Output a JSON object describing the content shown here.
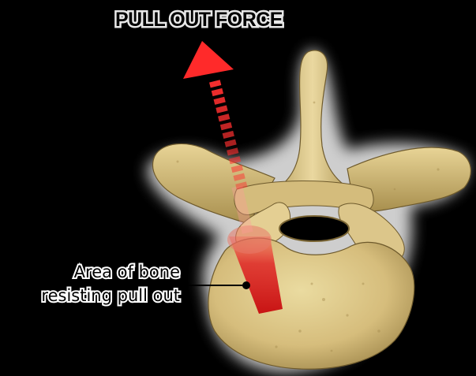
{
  "diagram": {
    "title": "PULL OUT FORCE",
    "annotation": {
      "line1": "Area of bone",
      "line2": "resisting pull out"
    },
    "colors": {
      "background": "#000000",
      "bone": "#d9c283",
      "bone_shadow": "#8a7440",
      "arrow": "#ff2a2a",
      "resisting_area": "#d81e1e"
    }
  }
}
